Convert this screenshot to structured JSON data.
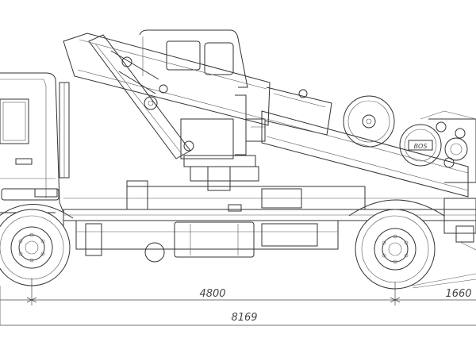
{
  "dimensions": {
    "wheelbase": "4800",
    "rear_overhang": "1660",
    "overall_length": "8169"
  },
  "labels": {
    "boom_badge": "BOS"
  }
}
